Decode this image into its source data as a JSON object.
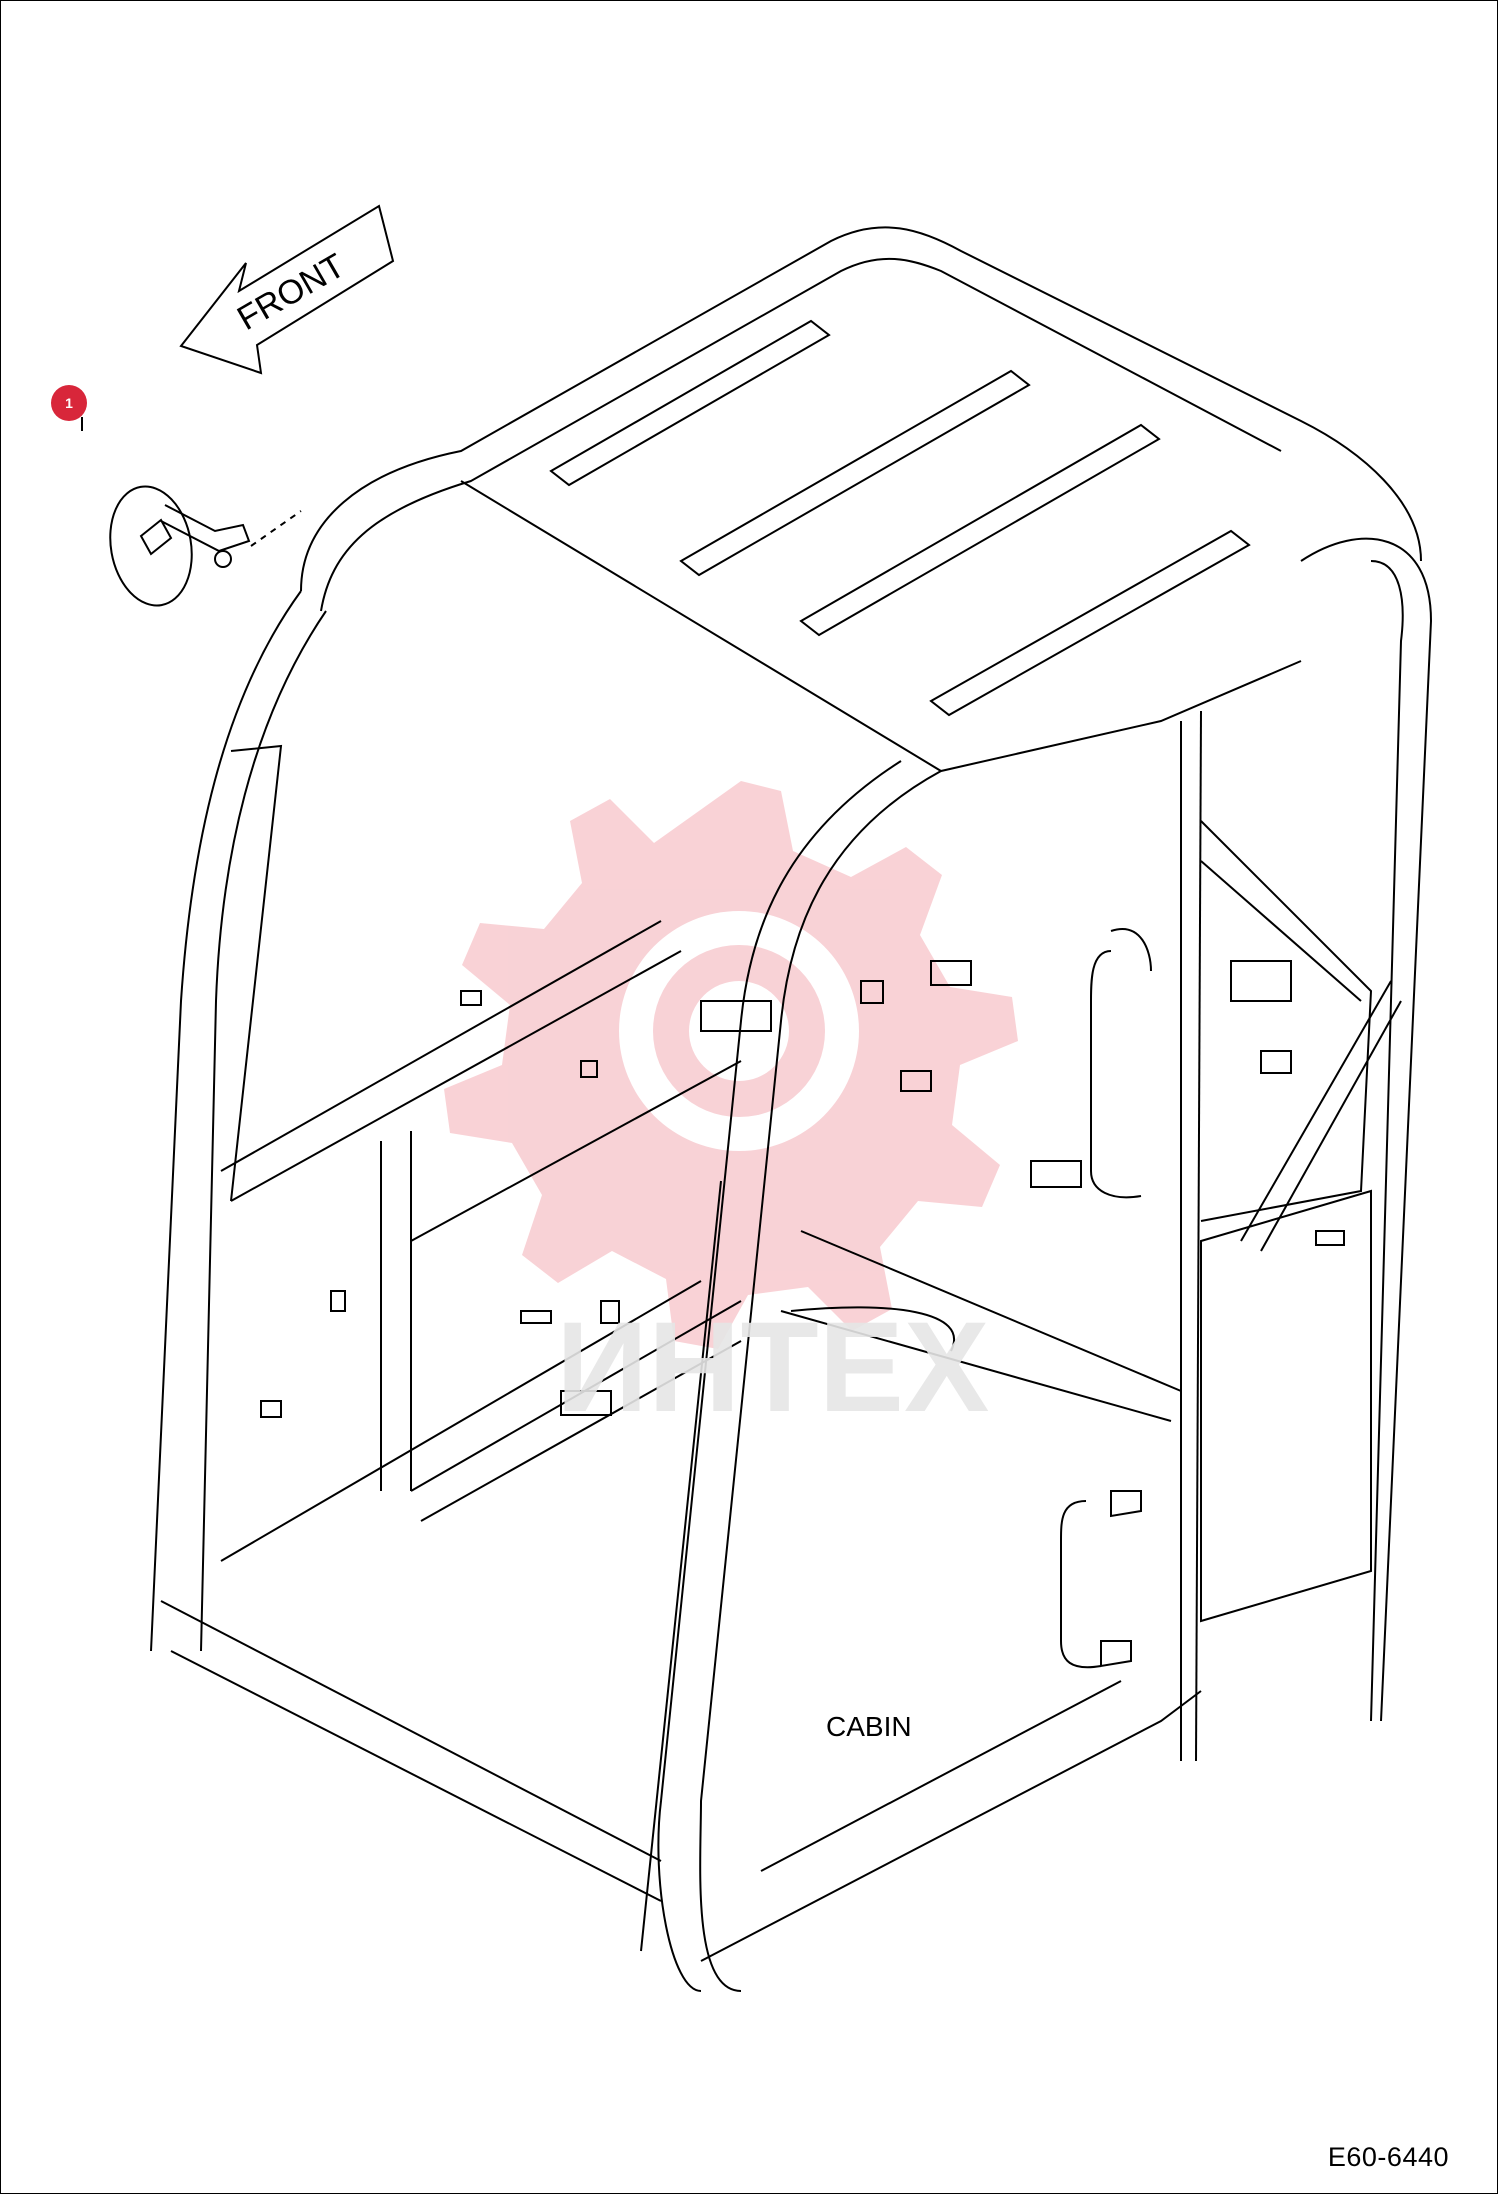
{
  "diagram": {
    "arrow_label": "FRONT",
    "cabin_label": "CABIN",
    "drawing_code": "E60-6440",
    "watermark_text": "ИНТЕХ",
    "callouts": [
      {
        "number": "1",
        "part": "mirror-assembly"
      }
    ],
    "colors": {
      "callout": "#d8263a",
      "watermark_gear": "#f7c7cc",
      "watermark_text": "#e6e6e6",
      "line": "#000000"
    }
  }
}
